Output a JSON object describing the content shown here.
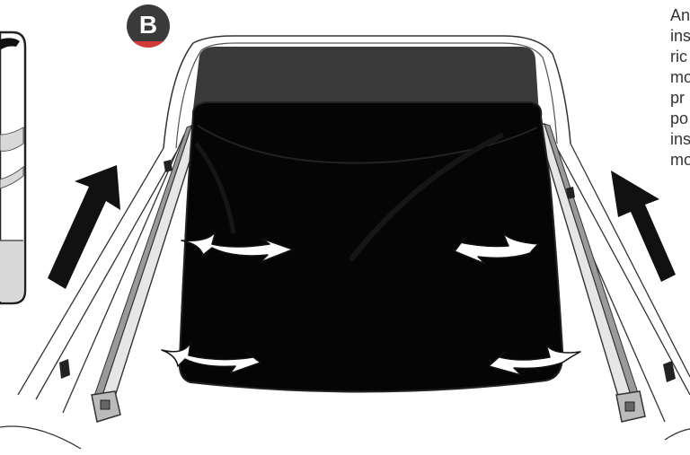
{
  "step": {
    "letter": "B"
  },
  "instructions": {
    "lines": [
      "An",
      "ins",
      "ric",
      "mo",
      "pr",
      "po",
      "ins",
      "mo"
    ]
  },
  "colors": {
    "cover": "#050505",
    "cab_glass": "#3a3a3a",
    "badge": "#3a3a3a",
    "badge_accent": "#d03a3a",
    "outline": "#222222"
  },
  "icons": {
    "direction_arrows": "arrow-up-right",
    "tuck_arrows": "curved-arrow"
  }
}
